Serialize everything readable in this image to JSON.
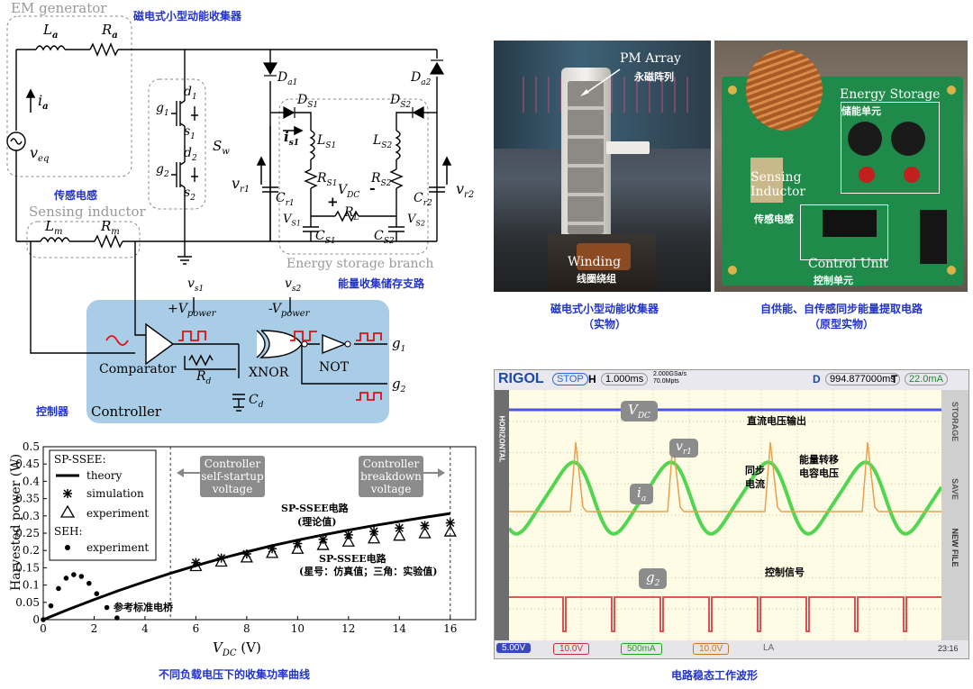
{
  "circuit": {
    "em_generator": "EM generator",
    "em_generator_cn": "磁电式小型动能收集器",
    "sensing_inductor": "Sensing inductor",
    "sensing_inductor_cn": "传感电感",
    "energy_branch": "Energy storage branch",
    "energy_branch_cn": "能量收集储存支路",
    "controller": "Controller",
    "controller_cn": "控制器",
    "comparator": "Comparator",
    "xnor": "XNOR",
    "not": "NOT",
    "sw": "S",
    "sw_sub": "w",
    "la": "L",
    "la_sub": "a",
    "ra": "R",
    "ra_sub": "a",
    "lm": "L",
    "lm_sub": "m",
    "rm": "R",
    "rm_sub": "m",
    "ia": "i",
    "ia_sub": "a",
    "veq": "v",
    "veq_sub": "eq",
    "g1": "g",
    "g1_sub": "1",
    "g2": "g",
    "g2_sub": "2",
    "d1": "d",
    "d1_sub": "1",
    "d2": "d",
    "d2_sub": "2",
    "s1": "s",
    "s1_sub": "1",
    "s2": "s",
    "s2_sub": "2",
    "da1": "D",
    "da1_sub": "a1",
    "da2": "D",
    "da2_sub": "a2",
    "ds1": "D",
    "ds1_sub": "S1",
    "ds2": "D",
    "ds2_sub": "S2",
    "is1": "i",
    "is1_sub": "s1",
    "ls1": "L",
    "ls1_sub": "S1",
    "ls2": "L",
    "ls2_sub": "S2",
    "rs1": "R",
    "rs1_sub": "S1",
    "rs2": "R",
    "rs2_sub": "S2",
    "vr1": "v",
    "vr1_sub": "r1",
    "vr2": "v",
    "vr2_sub": "r2",
    "cr1": "C",
    "cr1_sub": "r1",
    "cr2": "C",
    "cr2_sub": "r2",
    "vdc": "V",
    "vdc_sub": "DC",
    "plus": "+",
    "minus": "-",
    "rl": "R",
    "rl_sub": "L",
    "vs1": "V",
    "vs1_sub": "S1",
    "vs2": "V",
    "vs2_sub": "S2",
    "cs1": "C",
    "cs1_sub": "S1",
    "cs2": "C",
    "cs2_sub": "S2",
    "rd": "R",
    "rd_sub": "d",
    "cd": "C",
    "cd_sub": "d",
    "vs1_top": "v",
    "vs1_top_sub": "s1",
    "vs2_top": "v",
    "vs2_top_sub": "s2",
    "vpower_pos": "+V",
    "vpower_pos_sub": "power",
    "vpower_neg": "-V",
    "vpower_neg_sub": "power",
    "gate_g1": "g",
    "gate_g1_sub": "1",
    "gate_g2": "g",
    "gate_g2_sub": "2"
  },
  "photos": {
    "harvester_label1": "PM Array",
    "harvester_label1_cn": "永磁阵列",
    "harvester_label2": "Winding",
    "harvester_label2_cn": "线圈绕组",
    "harvester_caption_line1": "磁电式小型动能收集器",
    "harvester_caption_line2": "（实物）",
    "board_energy": "Energy Storage",
    "board_energy_cn": "储能单元",
    "board_sensing_line1": "Sensing",
    "board_sensing_line2": "Inductor",
    "board_sensing_cn": "传感电感",
    "board_control": "Control Unit",
    "board_control_cn": "控制单元",
    "board_caption_line1": "自供能、自传感同步能量提取电路",
    "board_caption_line2": "（原型实物）"
  },
  "chart_data": {
    "type": "scatter",
    "xlabel": "V",
    "xlabel_sub": "DC",
    "xlabel_unit": "(V)",
    "ylabel": "Harvested power (W)",
    "xlim": [
      0,
      17
    ],
    "ylim": [
      0,
      0.5
    ],
    "xticks": [
      0,
      2,
      4,
      6,
      8,
      10,
      12,
      14,
      16
    ],
    "yticks": [
      0,
      0.05,
      0.1,
      0.15,
      0.2,
      0.25,
      0.3,
      0.35,
      0.4,
      0.45,
      0.5
    ],
    "ytick_labels": [
      "0",
      "0.05",
      "0.1",
      "0.15",
      "0.2",
      "0.25",
      "0.3",
      "0.35",
      "0.4",
      "0.45",
      "0.5"
    ],
    "vlines": [
      5,
      16
    ],
    "legend": {
      "group1": "SP-SSEE:",
      "theory": "theory",
      "simulation": "simulation",
      "experiment": "experiment",
      "group2": "SEH:",
      "seh_experiment": "experiment"
    },
    "annotation_startup": [
      "Controller",
      "self-startup",
      "voltage"
    ],
    "annotation_breakdown": [
      "Controller",
      "breakdown",
      "voltage"
    ],
    "annotation_theory_cn": [
      "SP-SSEE电路",
      "(理论值)"
    ],
    "annotation_sim_cn": [
      "SP-SSEE电路",
      "(星号：仿真值；三角：实验值)"
    ],
    "annotation_seh_cn": "参考标准电桥",
    "caption": "不同负载电压下的收集功率曲线",
    "series": [
      {
        "name": "theory",
        "x": [
          0,
          1,
          2,
          3,
          4,
          5,
          6,
          7,
          8,
          9,
          10,
          11,
          12,
          13,
          14,
          15,
          16
        ],
        "values": [
          0,
          0.03,
          0.058,
          0.085,
          0.11,
          0.134,
          0.156,
          0.177,
          0.196,
          0.214,
          0.23,
          0.245,
          0.259,
          0.272,
          0.284,
          0.296,
          0.307
        ]
      },
      {
        "name": "simulation",
        "x": [
          6,
          7,
          8,
          9,
          10,
          11,
          12,
          13,
          14,
          15,
          16
        ],
        "values": [
          0.165,
          0.178,
          0.19,
          0.205,
          0.22,
          0.232,
          0.245,
          0.255,
          0.265,
          0.272,
          0.28
        ]
      },
      {
        "name": "experiment",
        "x": [
          6,
          7,
          8,
          9,
          10,
          11,
          12,
          13,
          14,
          15,
          16
        ],
        "values": [
          0.155,
          0.168,
          0.18,
          0.193,
          0.205,
          0.216,
          0.226,
          0.235,
          0.243,
          0.25,
          0.255
        ]
      },
      {
        "name": "SEH experiment",
        "x": [
          0,
          0.3,
          0.6,
          0.9,
          1.2,
          1.5,
          1.8,
          2.1,
          2.5,
          2.9
        ],
        "values": [
          0,
          0.04,
          0.09,
          0.12,
          0.13,
          0.125,
          0.105,
          0.075,
          0.035,
          0.005
        ]
      }
    ]
  },
  "scope": {
    "brand": "RIGOL",
    "status": "STOP",
    "h_label": "H",
    "timebase": "1.000ms",
    "sample_rate_line1": "2.000GSa/s",
    "sample_rate_line2": "70.0Mpts",
    "d_label": "D",
    "delay": "994.877000ms",
    "t_label": "T",
    "trigger": "22.0mA",
    "side_horizontal": "HORIZONTAL",
    "side_right": [
      "STORAGE",
      "SAVE",
      "NEW FILE"
    ],
    "trace_vdc": "V",
    "trace_vdc_sub": "DC",
    "trace_vr1": "v",
    "trace_vr1_sub": "r1",
    "trace_ia": "i",
    "trace_ia_sub": "a",
    "trace_g2": "g",
    "trace_g2_sub": "2",
    "label_vdc_cn": "直流电压输出",
    "label_sync_cn": [
      "同步",
      "电流"
    ],
    "label_transfer_cn": [
      "能量转移",
      "电容电压"
    ],
    "label_ctrl_cn": "控制信号",
    "ch1": "5.00V",
    "ch2": "10.0V",
    "ch3": "500mA",
    "ch4": "10.0V",
    "la": "LA",
    "time": "23:16",
    "caption": "电路稳态工作波形",
    "colors": {
      "ch1": "#4a55e8",
      "ch2": "#d94040",
      "ch3": "#52d652",
      "ch4": "#e8a050"
    }
  }
}
